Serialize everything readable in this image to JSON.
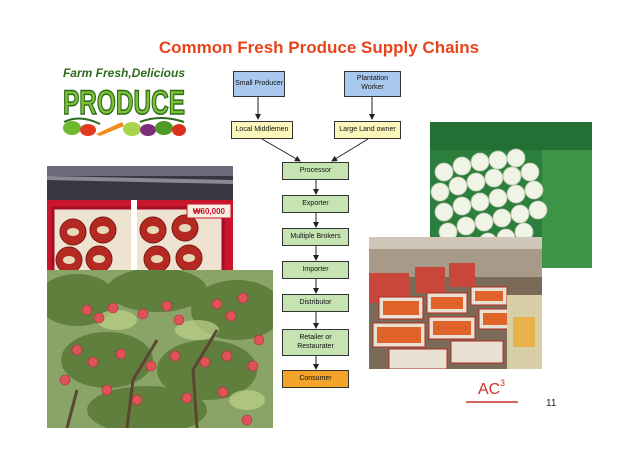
{
  "slide": {
    "title": "Common Fresh Produce Supply Chains",
    "number": "11"
  },
  "logo_produce": {
    "tagline": "Farm Fresh,Delicious",
    "word": "PRODUCE"
  },
  "flowchart": {
    "small_producer": "Small Producer",
    "plantation_worker": "Plantation Worker",
    "local_middlemen": "Local Middlemen",
    "large_land_owner": "Large Land owner",
    "processor": "Processor",
    "exporter": "Exporter",
    "multiple_brokers": "Multiple Brokers",
    "importer": "Importer",
    "distributor": "Distributor",
    "retailer": "Retailer or Restaurater",
    "consumer": "Consumer"
  },
  "price_tag": "₩60,000",
  "ac3_logo": {
    "mark": "AC",
    "superscript": "3"
  },
  "colors": {
    "title": "#e8441c",
    "blue_box": "#a9c8ee",
    "yellow_box": "#fbf6ba",
    "green_box": "#c6e3b2",
    "orange_box": "#f4a428"
  }
}
